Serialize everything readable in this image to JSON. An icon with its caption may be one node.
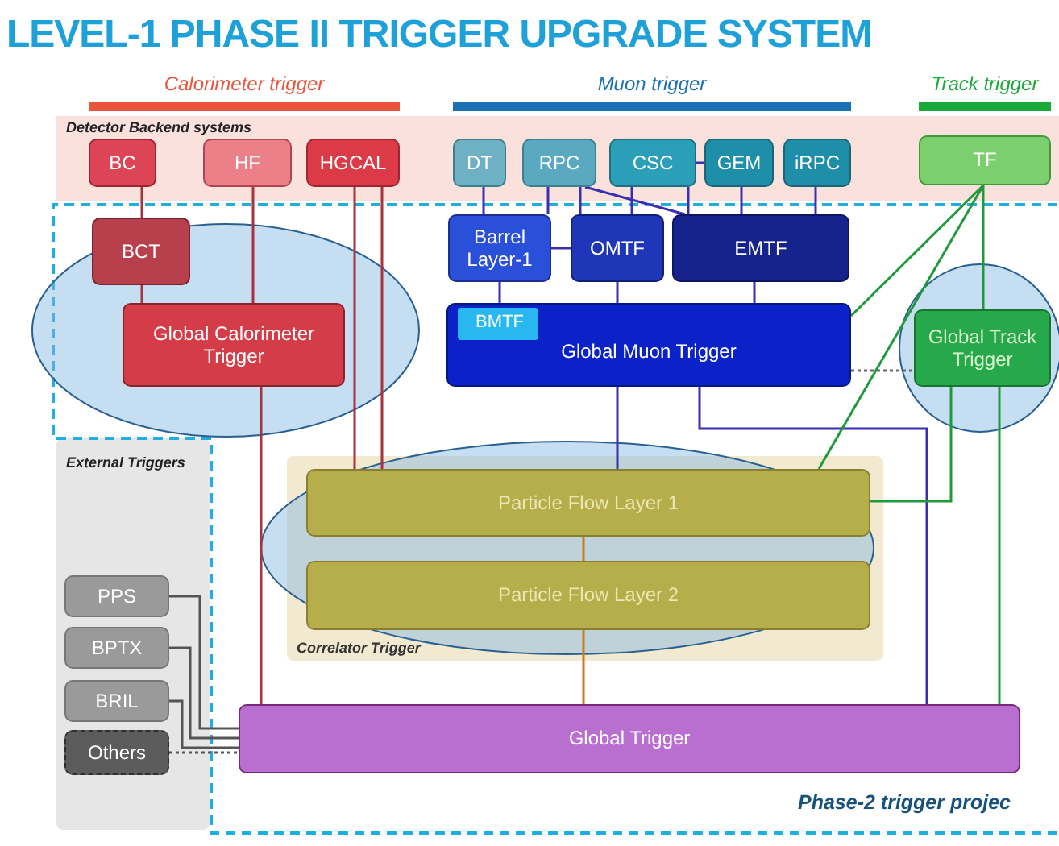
{
  "diagram": {
    "title": "LEVEL-1 PHASE II TRIGGER UPGRADE SYSTEM",
    "nodes": [
      {
        "text": [
          "Detector Backend systems"
        ]
      },
      {
        "text": [
          "BC"
        ],
        "in": 0
      },
      {
        "text": [
          "HF"
        ],
        "in": 0
      },
      {
        "text": [
          "HGCAL"
        ],
        "in": 0
      },
      {
        "text": [
          "DT"
        ],
        "in": 0
      },
      {
        "text": [
          "RPC"
        ],
        "in": 0
      },
      {
        "text": [
          "CSC"
        ],
        "in": 0
      },
      {
        "text": [
          "GEM"
        ],
        "in": 0
      },
      {
        "text": [
          "iRPC"
        ],
        "in": 0
      },
      {
        "text": [
          "TF"
        ],
        "in": 0
      },
      {
        "text": [
          "Phase-2 trigger projec"
        ]
      },
      {
        "text": [
          "BCT"
        ],
        "in": 10
      },
      {
        "text": [
          "Global Calorimeter Trigger"
        ],
        "in": 10
      },
      {
        "text": [
          "Barrel Layer-1"
        ],
        "in": 10
      },
      {
        "text": [
          "OMTF"
        ],
        "in": 10
      },
      {
        "text": [
          "EMTF"
        ],
        "in": 10
      },
      {
        "text": [
          "Global Muon Trigger"
        ],
        "in": 10
      },
      {
        "text": [
          "BMTF"
        ],
        "in": 16
      },
      {
        "text": [
          "Global Track Trigger"
        ],
        "in": 10
      },
      {
        "text": [
          "Correlator Trigger"
        ],
        "in": 10
      },
      {
        "text": [
          "Particle Flow Layer 1"
        ],
        "in": 19
      },
      {
        "text": [
          "Particle Flow Layer 2"
        ],
        "in": 19
      },
      {
        "text": [
          "External Triggers"
        ]
      },
      {
        "text": [
          "PPS"
        ],
        "in": 22
      },
      {
        "text": [
          "BPTX"
        ],
        "in": 22
      },
      {
        "text": [
          "BRIL"
        ],
        "in": 22
      },
      {
        "text": [
          "Others"
        ],
        "in": 22
      },
      {
        "text": [
          "Global Trigger"
        ],
        "in": 10
      }
    ],
    "edges": [
      {
        "from": 1,
        "to": 11,
        "arrow": "none",
        "color": "#a8323e"
      },
      {
        "from": 11,
        "to": 12,
        "arrow": "none",
        "color": "#a8323e"
      },
      {
        "from": 2,
        "to": 12,
        "arrow": "none",
        "color": "#a8323e"
      },
      {
        "from": 3,
        "to": 20,
        "arrow": "none",
        "color": "#a8323e"
      },
      {
        "from": 3,
        "to": 20,
        "arrow": "none",
        "color": "#a8323e"
      },
      {
        "from": 12,
        "to": 27,
        "arrow": "none",
        "color": "#a8323e"
      },
      {
        "from": 4,
        "to": 13,
        "arrow": "none"
      },
      {
        "from": 5,
        "to": 13,
        "arrow": "none"
      },
      {
        "from": 5,
        "to": 14,
        "arrow": "none"
      },
      {
        "from": 5,
        "to": 15,
        "arrow": "none"
      },
      {
        "from": 6,
        "to": 14,
        "arrow": "none"
      },
      {
        "from": 6,
        "to": 15,
        "arrow": "none"
      },
      {
        "from": 6,
        "to": 7,
        "arrow": "none"
      },
      {
        "from": 7,
        "to": 15,
        "arrow": "none"
      },
      {
        "from": 8,
        "to": 15,
        "arrow": "none"
      },
      {
        "from": 13,
        "to": 14,
        "arrow": "none"
      },
      {
        "from": 13,
        "to": 16,
        "arrow": "none"
      },
      {
        "from": 14,
        "to": 16,
        "arrow": "none"
      },
      {
        "from": 15,
        "to": 16,
        "arrow": "none"
      },
      {
        "from": 16,
        "to": 20,
        "arrow": "none"
      },
      {
        "from": 16,
        "to": 27,
        "arrow": "none"
      },
      {
        "from": 16,
        "to": 18,
        "arrow": "none",
        "style": "dashed",
        "color": "#666666"
      },
      {
        "from": 9,
        "to": 16,
        "arrow": "none",
        "color": "#1f9a3a"
      },
      {
        "from": 9,
        "to": 20,
        "arrow": "none",
        "color": "#1f9a3a"
      },
      {
        "from": 9,
        "to": 18,
        "arrow": "none",
        "color": "#1f9a3a"
      },
      {
        "from": 18,
        "to": 20,
        "arrow": "none",
        "color": "#1f9a3a"
      },
      {
        "from": 18,
        "to": 27,
        "arrow": "none",
        "color": "#1f9a3a"
      },
      {
        "from": 20,
        "to": 21,
        "arrow": "none",
        "color": "#c87a20"
      },
      {
        "from": 21,
        "to": 27,
        "arrow": "none",
        "color": "#c87a20"
      },
      {
        "from": 23,
        "to": 27,
        "arrow": "none",
        "color": "#555555"
      },
      {
        "from": 24,
        "to": 27,
        "arrow": "none",
        "color": "#555555"
      },
      {
        "from": 25,
        "to": 27,
        "arrow": "none",
        "color": "#555555"
      },
      {
        "from": 26,
        "to": 27,
        "arrow": "none",
        "style": "dashed",
        "color": "#555555"
      }
    ],
    "labels": [
      "Calorimeter trigger",
      "Muon trigger",
      "Track trigger"
    ]
  }
}
